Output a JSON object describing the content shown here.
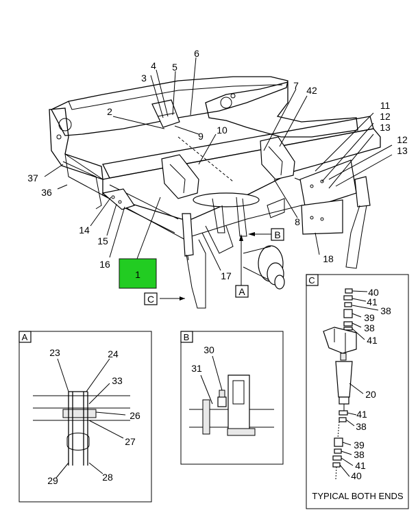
{
  "callouts": {
    "c1": "1",
    "c2": "2",
    "c3": "3",
    "c4": "4",
    "c5": "5",
    "c6": "6",
    "c7": "7",
    "c8": "8",
    "c9": "9",
    "c10": "10",
    "c11": "11",
    "c12a": "12",
    "c13a": "13",
    "c12b": "12",
    "c13b": "13",
    "c14": "14",
    "c15": "15",
    "c16": "16",
    "c17": "17",
    "c18": "18",
    "c36": "36",
    "c37": "37",
    "c42": "42"
  },
  "view_refs": {
    "a": "A",
    "b": "B",
    "c": "C"
  },
  "detail_a": {
    "tag": "A",
    "callouts": {
      "c23": "23",
      "c24": "24",
      "c33": "33",
      "c26": "26",
      "c27": "27",
      "c28": "28",
      "c29": "29"
    }
  },
  "detail_b": {
    "tag": "B",
    "callouts": {
      "c30": "30",
      "c31": "31"
    }
  },
  "detail_c": {
    "tag": "C",
    "callouts": {
      "c40a": "40",
      "c41a": "41",
      "c38a": "38",
      "c39a": "39",
      "c38b": "38",
      "c41b": "41",
      "c20": "20",
      "c41c": "41",
      "c38c": "38",
      "c39b": "39",
      "c38d": "38",
      "c41d": "41",
      "c40b": "40"
    },
    "caption": "TYPICAL BOTH ENDS"
  },
  "highlight_color": "#22cc22"
}
